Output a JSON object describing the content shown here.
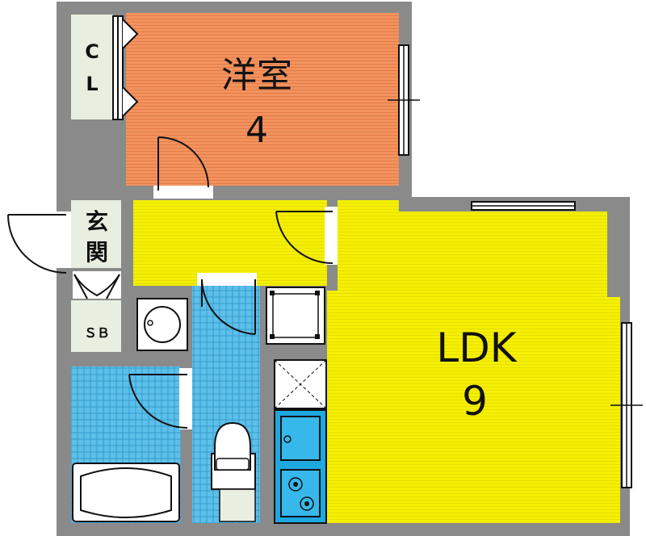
{
  "rooms": {
    "western": {
      "name": "洋室",
      "size": "4"
    },
    "ldk": {
      "name": "LDK",
      "size": "9"
    }
  },
  "labels": {
    "closet_top": "C",
    "closet_bottom": "L",
    "entrance_top": "玄",
    "entrance_bottom": "関",
    "shoe_box": "ＳＢ"
  },
  "colors": {
    "wall": "#8a8a8a",
    "western_room": "#f08c5a",
    "ldk": "#f5f000",
    "hall": "#f5f000",
    "bath": "#4ab4e6",
    "kitchen": "#1ea8e0",
    "closet": "#e8efe0"
  }
}
